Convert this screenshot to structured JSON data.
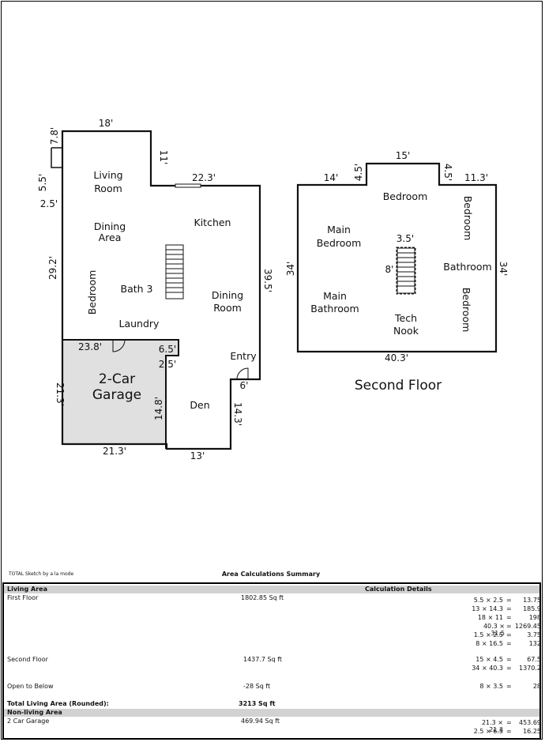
{
  "first_floor": {
    "rooms": {
      "living_room": [
        "Living",
        "Room"
      ],
      "dining_area": [
        "Dining",
        "Area"
      ],
      "kitchen": "Kitchen",
      "bedroom": "Bedroom",
      "bath3": "Bath 3",
      "dining_room": [
        "Dining",
        "Room"
      ],
      "laundry": "Laundry",
      "entry": "Entry",
      "garage": [
        "2-Car",
        "Garage"
      ],
      "den": "Den"
    },
    "dims": {
      "top": "18'",
      "step_right": "11'",
      "kitchen_top": "22.3'",
      "step_left": "7.8'",
      "bump_width": "5.5'",
      "bump_height": "2.5'",
      "left_side": "29.2'",
      "right_side": "39.5'",
      "garage_top": "23.8'",
      "garage_notch": "6.5'",
      "garage_notch_h": "2.5'",
      "garage_left": "21.3'",
      "garage_inner": "14.8'",
      "garage_bottom": "21.3'",
      "entry_step": "6'",
      "den_right": "14.3'",
      "den_bottom": "13'"
    }
  },
  "second_floor": {
    "title": "Second Floor",
    "rooms": {
      "bedroom_top": "Bedroom",
      "bedroom_right_top": "Bedroom",
      "main_bedroom": [
        "Main",
        "Bedroom"
      ],
      "bathroom": "Bathroom",
      "main_bathroom": [
        "Main",
        "Bathroom"
      ],
      "tech_nook": [
        "Tech",
        "Nook"
      ],
      "bedroom_right_bottom": "Bedroom"
    },
    "dims": {
      "top_left": "14'",
      "step1": "4.5'",
      "top_mid": "15'",
      "step2": "4.5'",
      "top_right": "11.3'",
      "left": "34'",
      "right": "34'",
      "bottom": "40.3'",
      "stair_w": "3.5'",
      "stair_h": "8'"
    }
  },
  "footer": {
    "software": "TOTAL Sketch by a la mode",
    "summary_title": "Area Calculations Summary"
  },
  "summary": {
    "living_header": "Living Area",
    "calc_header": "Calculation Details",
    "first_floor": {
      "label": "First Floor",
      "area": "1802.85 Sq ft",
      "calcs": [
        [
          "5.5 × 2.5",
          "=",
          "13.75"
        ],
        [
          "13 × 14.3",
          "=",
          "185.9"
        ],
        [
          "18 × 11",
          "=",
          "198"
        ],
        [
          "40.3 × 31.5",
          "=",
          "1269.45"
        ],
        [
          "1.5 × 2.5",
          "=",
          "3.75"
        ],
        [
          "8 × 16.5",
          "=",
          "132"
        ]
      ]
    },
    "second_floor": {
      "label": "Second Floor",
      "area": "1437.7 Sq ft",
      "calcs": [
        [
          "15 × 4.5",
          "=",
          "67.5"
        ],
        [
          "34 × 40.3",
          "=",
          "1370.2"
        ]
      ]
    },
    "open_below": {
      "label": "Open to Below",
      "area": "-28 Sq ft",
      "calcs": [
        [
          "8 × 3.5",
          "=",
          "28"
        ]
      ]
    },
    "total_living": {
      "label": "Total Living Area (Rounded):",
      "area": "3213 Sq ft"
    },
    "non_living_header": "Non-living Area",
    "garage": {
      "label": "2 Car Garage",
      "area": "469.94 Sq ft",
      "calcs": [
        [
          "21.3 × 21.3",
          "=",
          "453.69"
        ],
        [
          "2.5 × 6.5",
          "=",
          "16.25"
        ]
      ]
    }
  }
}
